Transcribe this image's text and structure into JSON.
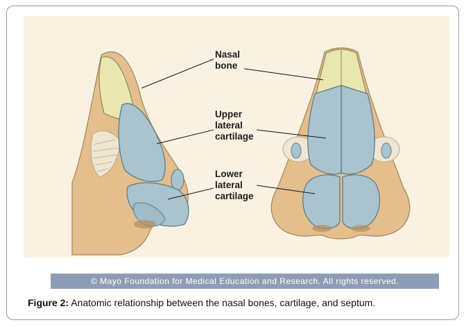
{
  "labels": {
    "nasal_bone": [
      "Nasal",
      "bone"
    ],
    "upper_lateral_cartilage": [
      "Upper",
      "lateral",
      "cartilage"
    ],
    "lower_lateral_cartilage": [
      "Lower",
      "lateral",
      "cartilage"
    ]
  },
  "credit": "© Mayo Foundation for Medical Education and Research.  All rights reserved.",
  "caption": {
    "figure_label": "Figure 2:",
    "text": " Anatomic relationship between the nasal bones, cartilage, and septum."
  },
  "colors": {
    "background": "#f9f2e2",
    "skin": "#e4be8c",
    "bone": "#e9e7b0",
    "cartilage": "#a9c4cf",
    "credit_bar": "#8e9db6"
  }
}
